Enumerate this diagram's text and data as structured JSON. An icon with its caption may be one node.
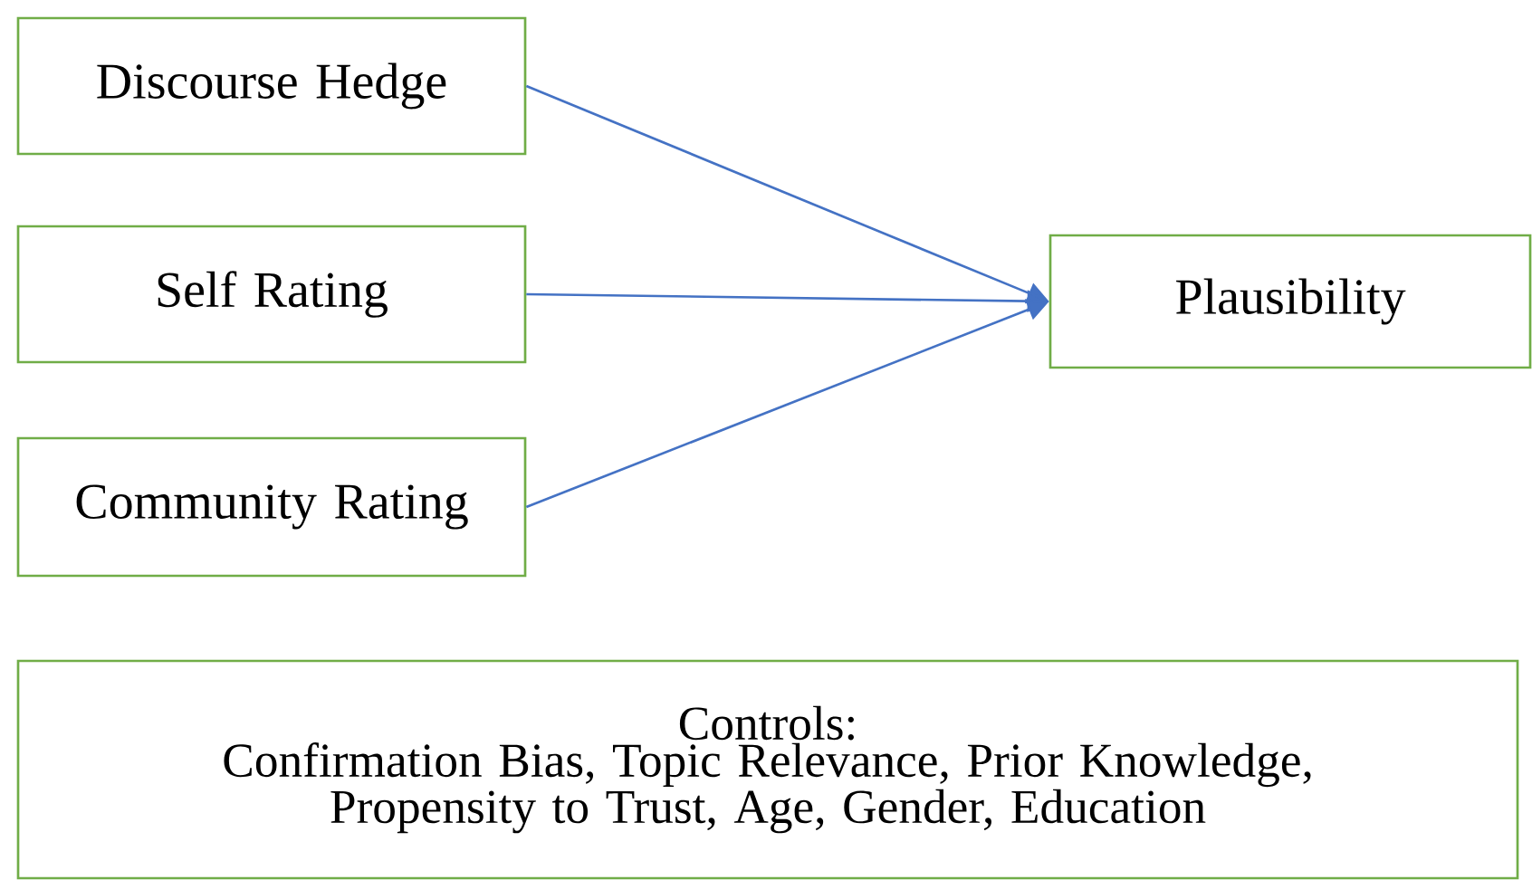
{
  "diagram": {
    "nodes": [
      {
        "text": [
          "Discourse Hedge"
        ]
      },
      {
        "text": [
          "Self Rating"
        ]
      },
      {
        "text": [
          "Community Rating"
        ]
      },
      {
        "text": [
          "Plausibility"
        ]
      },
      {
        "text": [
          "Controls:",
          "Confirmation Bias, Topic Relevance, Prior Knowledge, Propensity to Trust, Age, Gender, Education"
        ]
      }
    ],
    "edges": [
      {
        "from": 0,
        "to": 3,
        "arrow": "to"
      },
      {
        "from": 1,
        "to": 3,
        "arrow": "to"
      },
      {
        "from": 2,
        "to": 3,
        "arrow": "to"
      }
    ]
  }
}
